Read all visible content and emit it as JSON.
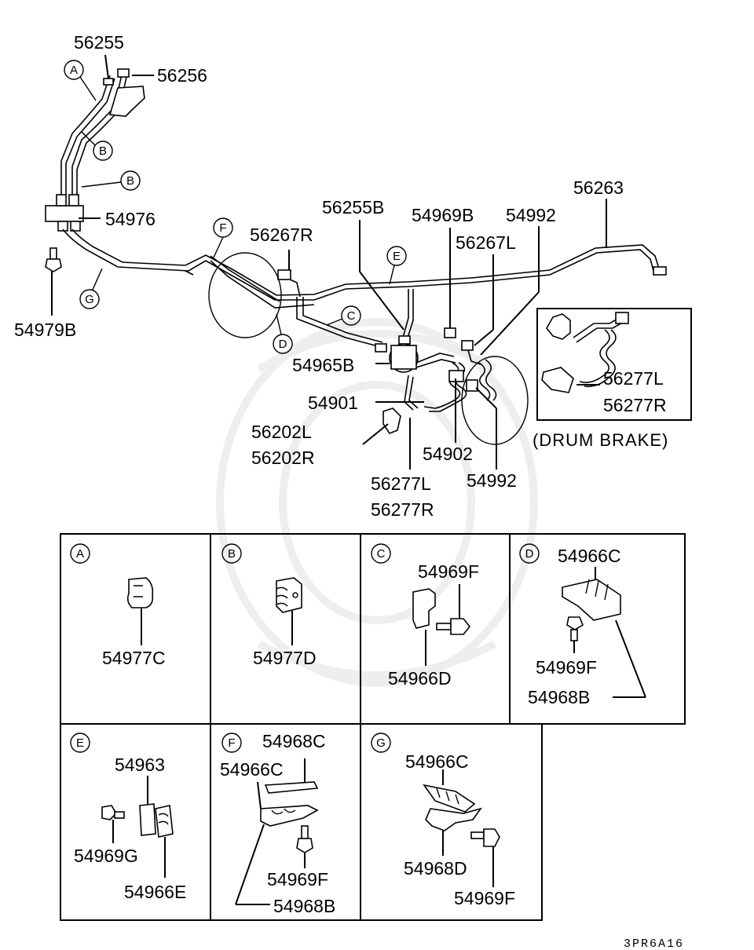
{
  "labels": {
    "p56255": "56255",
    "p56256": "56256",
    "p54976": "54976",
    "p54979B": "54979B",
    "p56267R": "56267R",
    "p56255B": "56255B",
    "p54969B": "54969B",
    "p54992_top": "54992",
    "p56263": "56263",
    "p56267L": "56267L",
    "p54965B": "54965B",
    "p54901": "54901",
    "p56202L": "56202L",
    "p56202R": "56202R",
    "p56277L_main": "56277L",
    "p56277R_main": "56277R",
    "p54902": "54902",
    "p54992_bottom": "54992",
    "p56277L_drum": "56277L",
    "p56277R_drum": "56277R",
    "drum_brake": "(DRUM BRAKE)"
  },
  "callouts": {
    "A": "A",
    "B1": "B",
    "B2": "B",
    "C": "C",
    "D": "D",
    "E": "E",
    "F": "F",
    "G": "G"
  },
  "details": {
    "A": {
      "letter": "A",
      "parts": [
        "54977C"
      ]
    },
    "B": {
      "letter": "B",
      "parts": [
        "54977D"
      ]
    },
    "C": {
      "letter": "C",
      "parts": [
        "54969F",
        "54966D"
      ]
    },
    "D": {
      "letter": "D",
      "parts": [
        "54966C",
        "54969F",
        "54968B"
      ]
    },
    "E": {
      "letter": "E",
      "parts": [
        "54963",
        "54969G",
        "54966E"
      ]
    },
    "F": {
      "letter": "F",
      "parts": [
        "54968C",
        "54966C",
        "54969F",
        "54968B"
      ]
    },
    "G": {
      "letter": "G",
      "parts": [
        "54966C",
        "54968D",
        "54969F"
      ]
    }
  },
  "footer": {
    "ref_code": "3PR6A16"
  }
}
